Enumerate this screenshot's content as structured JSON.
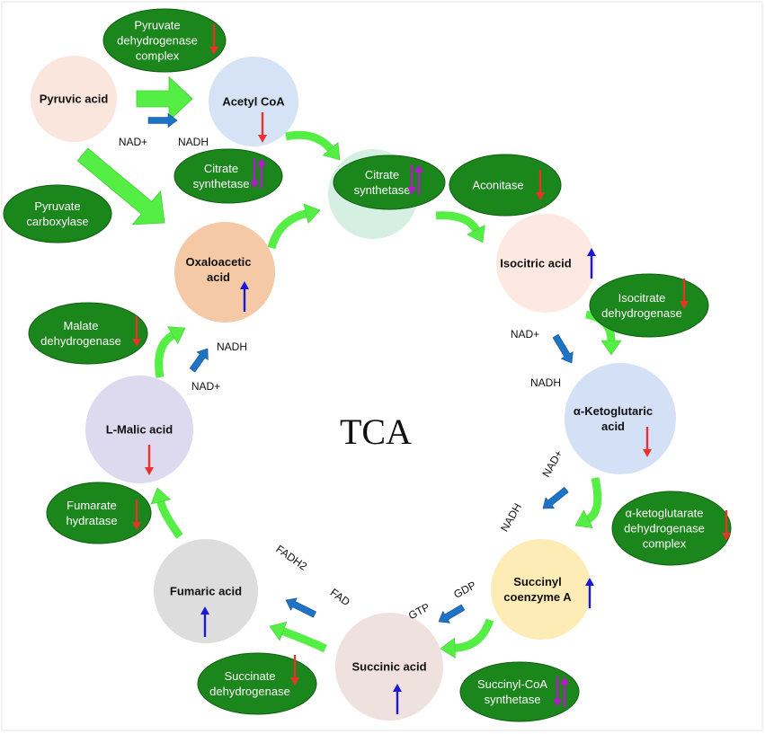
{
  "title": "TCA",
  "colors": {
    "enzyme_fill": "#1b861b",
    "flow_arrow": "#55ee44",
    "cofactor_arrow": "#1e73c6",
    "up": "#1a1ad6",
    "down": "#e8332c",
    "mixed": "#b21cc6"
  },
  "metabolites": [
    {
      "id": "pyruvic-acid",
      "lines": [
        "Pyruvic acid"
      ],
      "color": "#fbe6dd",
      "regulation": "none"
    },
    {
      "id": "acetyl-coa",
      "lines": [
        "Acetyl CoA"
      ],
      "color": "#d6e2f6",
      "regulation": "down"
    },
    {
      "id": "citrate",
      "lines": [
        ""
      ],
      "color": "#d5efe2",
      "regulation": "none"
    },
    {
      "id": "isocitric-acid",
      "lines": [
        "Isocitric acid"
      ],
      "color": "#fde9e1",
      "regulation": "up"
    },
    {
      "id": "alpha-ketoglutaric-acid",
      "lines": [
        "α-Ketoglutaric",
        "acid"
      ],
      "color": "#d3e0f6",
      "regulation": "down"
    },
    {
      "id": "succinyl-coenzyme-a",
      "lines": [
        "Succinyl",
        "coenzyme A"
      ],
      "color": "#fdecb5",
      "regulation": "up"
    },
    {
      "id": "succinic-acid",
      "lines": [
        "Succinic acid"
      ],
      "color": "#efe1dd",
      "regulation": "up"
    },
    {
      "id": "fumaric-acid",
      "lines": [
        "Fumaric acid"
      ],
      "color": "#dddddd",
      "regulation": "up"
    },
    {
      "id": "l-malic-acid",
      "lines": [
        "L-Malic acid"
      ],
      "color": "#ddd9ee",
      "regulation": "down"
    },
    {
      "id": "oxaloacetic-acid",
      "lines": [
        "Oxaloacetic",
        "acid"
      ],
      "color": "#f6c9a6",
      "regulation": "up"
    }
  ],
  "enzymes": [
    {
      "id": "pyruvate-dehydrogenase-complex",
      "lines": [
        "Pyruvate",
        "dehydrogenase",
        "complex"
      ],
      "regulation": "down"
    },
    {
      "id": "pyruvate-carboxylase",
      "lines": [
        "Pyruvate",
        "carboxylase"
      ],
      "regulation": "none"
    },
    {
      "id": "citrate-synthetase-1",
      "lines": [
        "Citrate",
        "synthetase"
      ],
      "regulation": "mixed"
    },
    {
      "id": "citrate-synthetase-2",
      "lines": [
        "Citrate",
        "synthetase"
      ],
      "regulation": "mixed"
    },
    {
      "id": "aconitase",
      "lines": [
        "Aconitase"
      ],
      "regulation": "down"
    },
    {
      "id": "isocitrate-dehydrogenase",
      "lines": [
        "Isocitrate",
        "dehydrogenase"
      ],
      "regulation": "down"
    },
    {
      "id": "alpha-ketoglutarate-dehydrogenase-complex",
      "lines": [
        "α-ketoglutarate",
        "dehydrogenase",
        "complex"
      ],
      "regulation": "down"
    },
    {
      "id": "succinyl-coa-synthetase",
      "lines": [
        "Succinyl-CoA",
        "synthetase"
      ],
      "regulation": "mixed"
    },
    {
      "id": "succinate-dehydrogenase",
      "lines": [
        "Succinate",
        "dehydrogenase"
      ],
      "regulation": "down"
    },
    {
      "id": "fumarate-hydratase",
      "lines": [
        "Fumarate",
        "hydratase"
      ],
      "regulation": "down"
    },
    {
      "id": "malate-dehydrogenase",
      "lines": [
        "Malate",
        "dehydrogenase"
      ],
      "regulation": "down"
    }
  ],
  "cofactors": [
    {
      "id": "nad-plus-1",
      "text": "NAD+"
    },
    {
      "id": "nadh-1",
      "text": "NADH"
    },
    {
      "id": "nad-plus-2",
      "text": "NAD+"
    },
    {
      "id": "nadh-2",
      "text": "NADH"
    },
    {
      "id": "nad-plus-3",
      "text": "NAD+"
    },
    {
      "id": "nadh-3",
      "text": "NADH"
    },
    {
      "id": "gdp",
      "text": "GDP"
    },
    {
      "id": "gtp",
      "text": "GTP"
    },
    {
      "id": "fad",
      "text": "FAD"
    },
    {
      "id": "fadh2",
      "text": "FADH2"
    },
    {
      "id": "nadh-4",
      "text": "NADH"
    },
    {
      "id": "nad-plus-4",
      "text": "NAD+"
    }
  ]
}
